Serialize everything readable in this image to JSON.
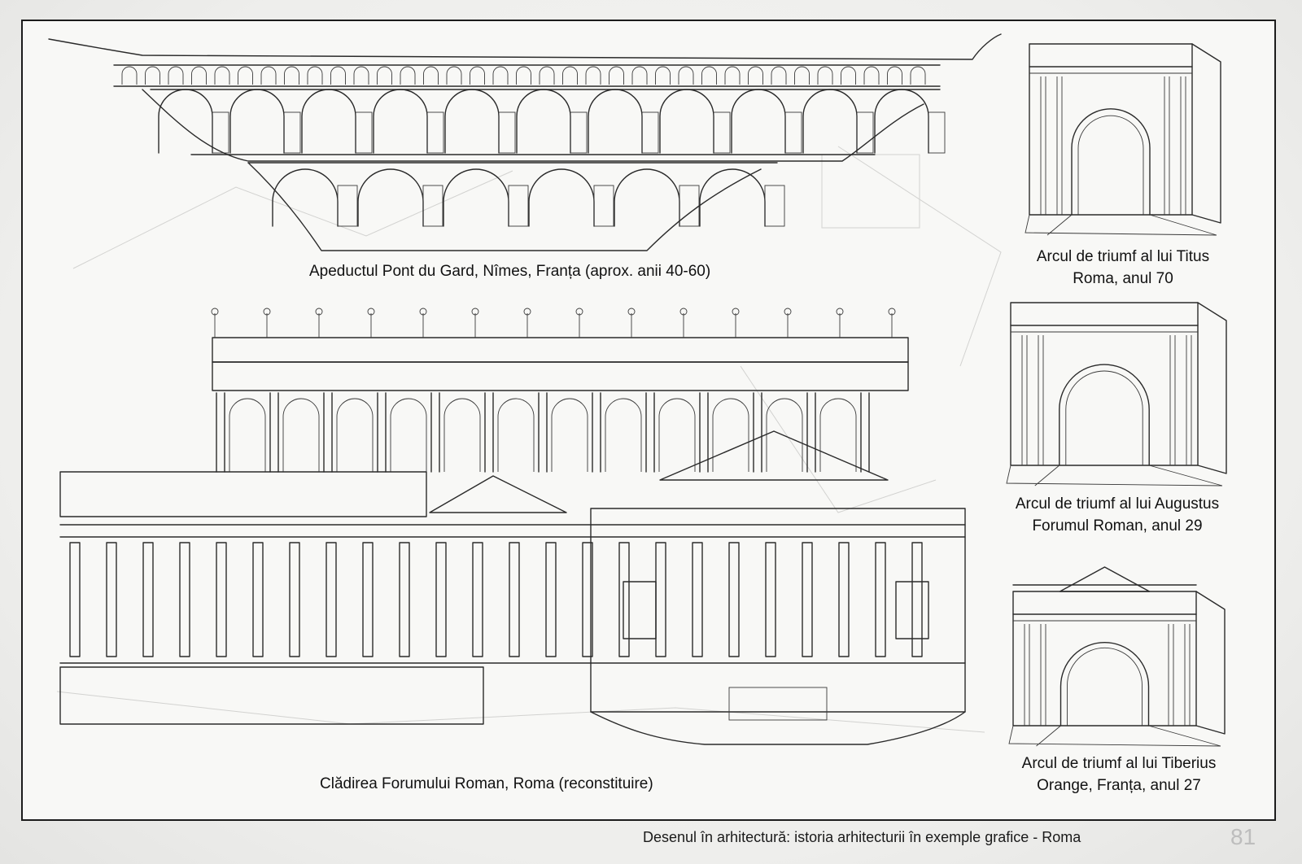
{
  "drawings": [
    {
      "id": "pont-du-gard",
      "caption": "Apeductul Pont du Gard, Nîmes, Franța (aprox. anii 40-60)"
    },
    {
      "id": "arch-titus",
      "caption_lines": [
        "Arcul de triumf al lui Titus",
        "Roma, anul 70"
      ]
    },
    {
      "id": "arch-augustus",
      "caption_lines": [
        "Arcul de triumf al lui Augustus",
        "Forumul Roman, anul 29"
      ]
    },
    {
      "id": "forum-building",
      "caption": "Clădirea Forumului Roman, Roma (reconstituire)"
    },
    {
      "id": "arch-tiberius",
      "caption_lines": [
        "Arcul de triumf al lui Tiberius",
        "Orange, Franța, anul 27"
      ]
    }
  ],
  "footer": {
    "text": "Desenul în arhitectură: istoria arhitecturii în exemple grafice - Roma",
    "page_number": "81"
  }
}
